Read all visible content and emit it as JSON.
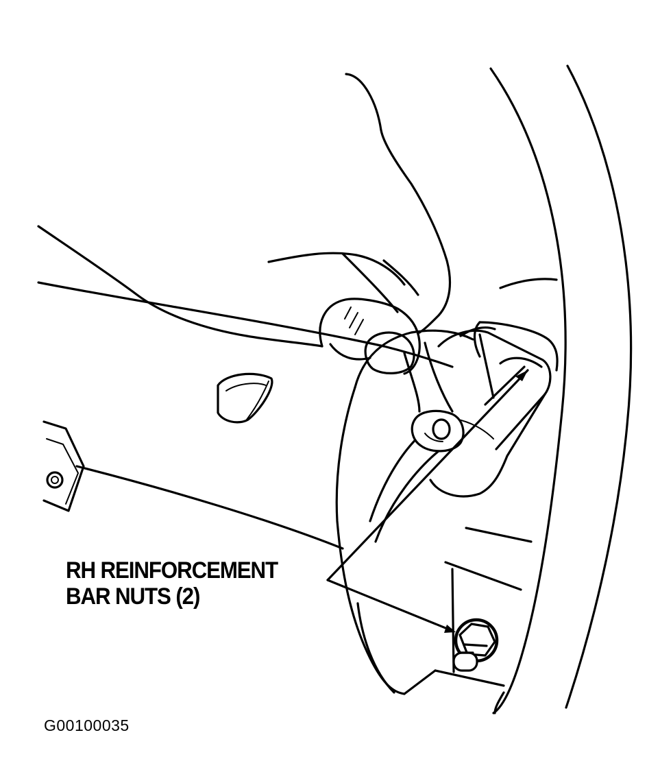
{
  "callout": {
    "line1": "RH REINFORCEMENT",
    "line2": "BAR NUTS (2)"
  },
  "figure_id": "G00100035"
}
